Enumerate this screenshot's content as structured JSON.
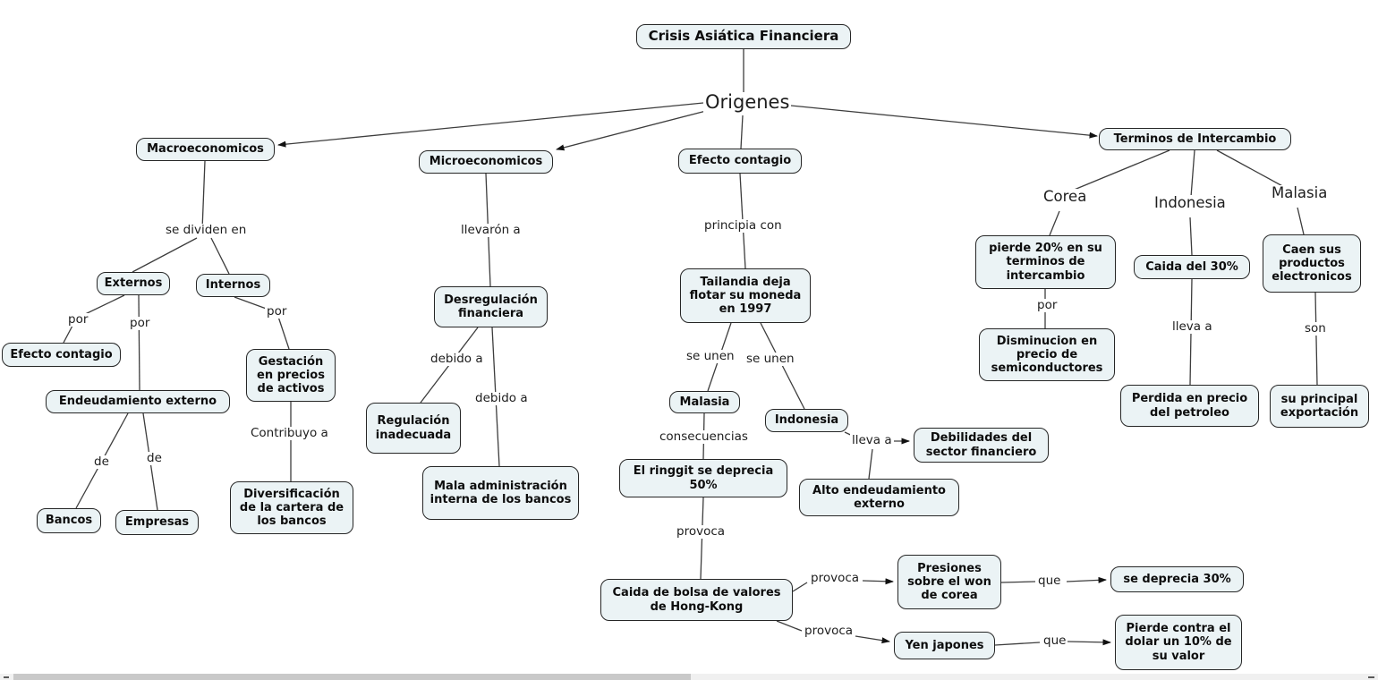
{
  "colors": {
    "node_fill": "#ebf3f5",
    "node_border": "#262626",
    "line": "#3d3d3d",
    "scroll_thumb": "#c9c9c9",
    "scroll_track": "#f0f0f0"
  },
  "nodes": {
    "crisis": "Crisis Asiática Financiera",
    "macro": "Macroeconomicos",
    "micro": "Microeconomicos",
    "efecto_contagio_hub": "Efecto contagio",
    "terminos": "Terminos de Intercambio",
    "externos": "Externos",
    "internos": "Internos",
    "efecto_contagio_2": "Efecto contagio",
    "endeudamiento": "Endeudamiento externo",
    "bancos": "Bancos",
    "empresas": "Empresas",
    "gestacion": "Gestación en precios de activos",
    "diversificacion": "Diversificación de la cartera de los bancos",
    "desregulacion": "Desregulación financiera",
    "regulacion": "Regulación inadecuada",
    "mala_admin": "Mala administración interna de los bancos",
    "tailandia": "Tailandia deja flotar su moneda en 1997",
    "malasia_box": "Malasia",
    "indonesia_box": "Indonesia",
    "ringgit": "El ringgit se deprecia 50%",
    "debilidades": "Debilidades del sector financiero",
    "alto_endeudamiento": "Alto endeudamiento externo",
    "caida_bolsa": "Caida de bolsa de valores de Hong-Kong",
    "presiones": "Presiones sobre el won de corea",
    "yen": "Yen japones",
    "se_deprecia": "se deprecia 30%",
    "pierde_dolar": "Pierde contra el dolar un 10% de su valor",
    "pierde20": "pierde 20% en su terminos de intercambio",
    "disminucion": "Disminucion en precio de semiconductores",
    "caida30": "Caida del 30%",
    "perdida_petroleo": "Perdida en precio del petroleo",
    "caen_productos": "Caen sus productos electronicos",
    "su_principal": "su principal exportación"
  },
  "links": {
    "origenes": "Origenes",
    "se_dividen_en": "se dividen en",
    "por_externos_1": "por",
    "por_externos_2": "por",
    "por_internos": "por",
    "de_bancos": "de",
    "de_empresas": "de",
    "contribuyo_a": "Contribuyo a",
    "llevaron_a": "llevarón a",
    "debido_a_1": "debido a",
    "debido_a_2": "debido a",
    "principia_con": "principia con",
    "se_unen_1": "se unen",
    "se_unen_2": "se unen",
    "consecuencias": "consecuencias",
    "provoca_ringgit": "provoca",
    "lleva_a_indonesia": "lleva a",
    "provoca_won": "provoca",
    "provoca_yen": "provoca",
    "que_won": "que",
    "que_yen": "que",
    "corea": "Corea",
    "indonesia_lbl": "Indonesia",
    "malasia_lbl": "Malasia",
    "por_corea": "por",
    "lleva_a_caida30": "lleva a",
    "son": "son"
  }
}
